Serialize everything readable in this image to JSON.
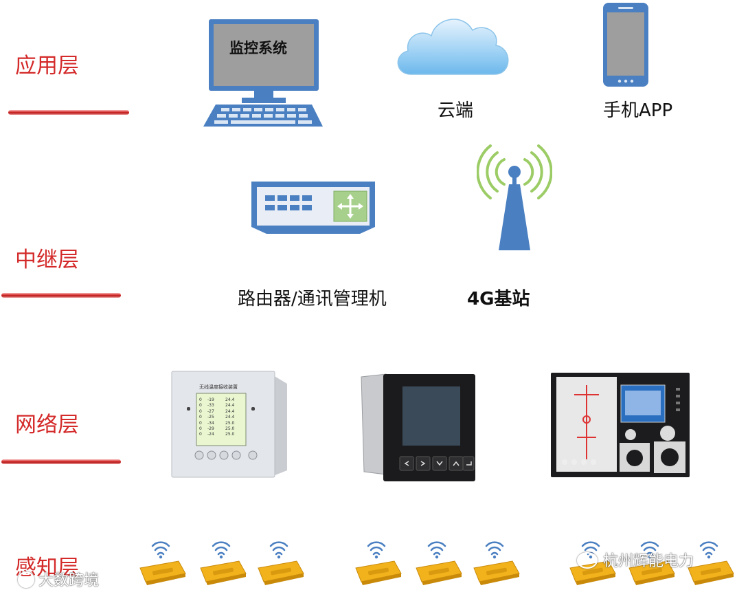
{
  "layers": [
    {
      "label": "应用层"
    },
    {
      "label": "中继层"
    },
    {
      "label": "网络层"
    },
    {
      "label": "感知层"
    }
  ],
  "application": {
    "monitor_text": "监控系统",
    "cloud_label": "云端",
    "phone_label": "手机APP"
  },
  "relay": {
    "router_label": "路由器/通讯管理机",
    "base_station_label": "4G基站"
  },
  "network": {
    "device1_title": "无线温度接收装置",
    "device1_rows": [
      [
        "0",
        "-19",
        "24.4"
      ],
      [
        "0",
        "-33",
        "24.4"
      ],
      [
        "0",
        "-27",
        "24.4"
      ],
      [
        "0",
        "-25",
        "24.4"
      ],
      [
        "0",
        "-34",
        "25.0"
      ],
      [
        "0",
        "-29",
        "25.0"
      ],
      [
        "0",
        "-24",
        "25.0"
      ]
    ]
  },
  "watermarks": {
    "left": "大数跨境",
    "right": "杭州辉能电力"
  },
  "colors": {
    "layer_red": "#d42a2a",
    "device_blue": "#4a7fc1",
    "sensor_yellow": "#f2b21c"
  },
  "icons": [
    "computer-icon",
    "cloud-icon",
    "phone-icon",
    "router-icon",
    "antenna-icon",
    "wifi-icon",
    "sensor-icon"
  ]
}
